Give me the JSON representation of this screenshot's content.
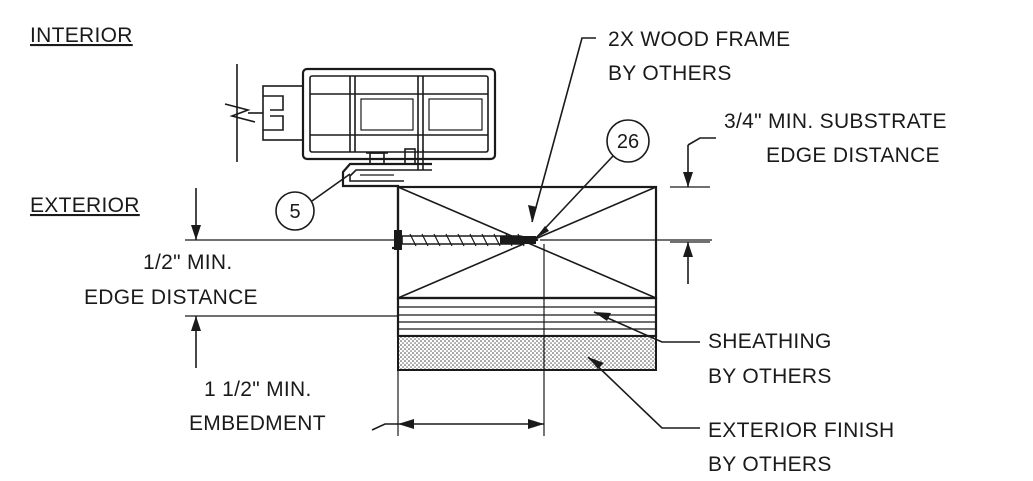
{
  "labels": {
    "interior": "INTERIOR",
    "exterior": "EXTERIOR",
    "wood_frame_1": "2X WOOD FRAME",
    "wood_frame_2": "BY OTHERS",
    "substrate_1": "3/4\" MIN. SUBSTRATE",
    "substrate_2": "EDGE DISTANCE",
    "edge_1": "1/2\" MIN.",
    "edge_2": "EDGE DISTANCE",
    "sheathing_1": "SHEATHING",
    "sheathing_2": "BY OTHERS",
    "embed_1": "1 1/2\" MIN.",
    "embed_2": "EMBEDMENT",
    "finish_1": "EXTERIOR FINISH",
    "finish_2": "BY OTHERS"
  },
  "callouts": {
    "clip": "5",
    "screw": "26"
  }
}
